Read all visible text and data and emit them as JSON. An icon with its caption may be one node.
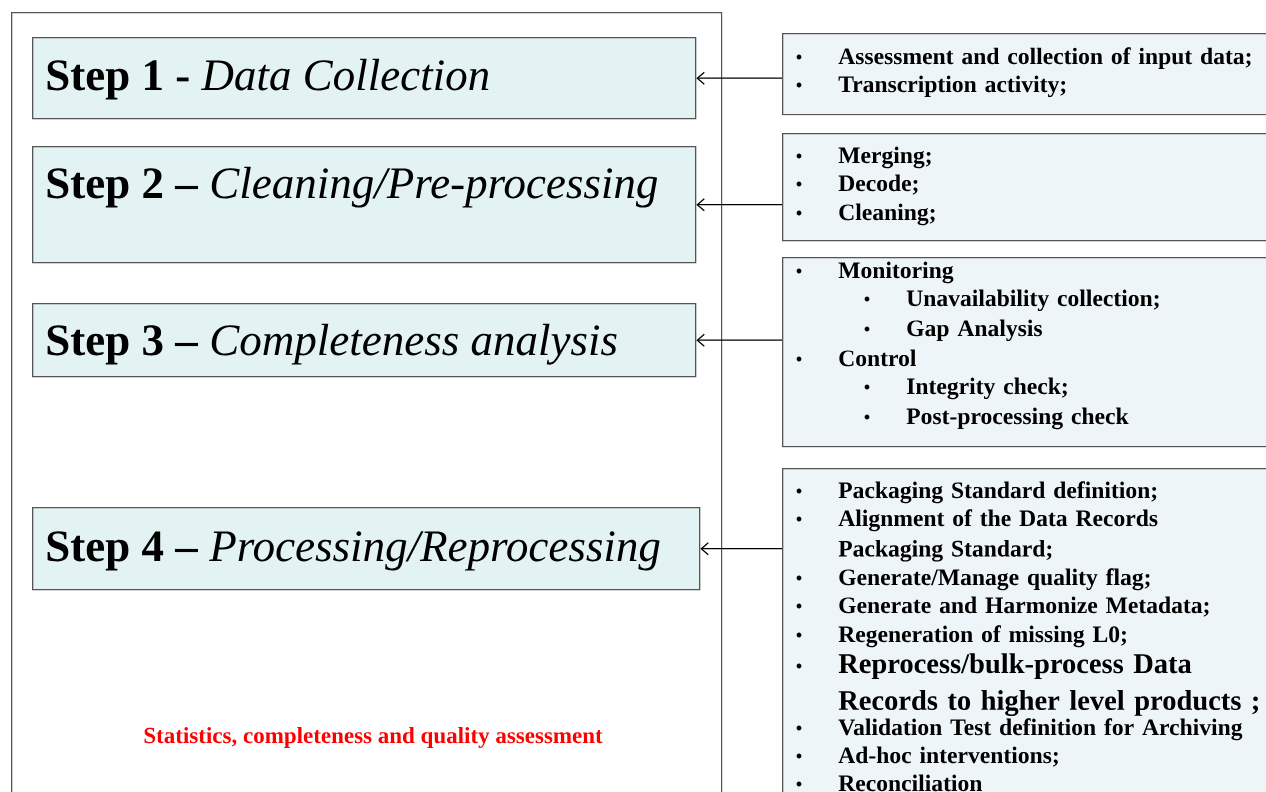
{
  "diagram": {
    "nodes": [
      {
        "text": [
          "Statistics, completeness and quality assessment"
        ]
      },
      {
        "text": [
          "**Step 1 -** *Data Collection*"
        ],
        "in": 0
      },
      {
        "text": [
          "**Step 2 –** *Cleaning/Pre-processing*"
        ],
        "in": 0
      },
      {
        "text": [
          "**Step 3 –** *Completeness analysis*"
        ],
        "in": 0
      },
      {
        "text": [
          "**Step 4 –** *Processing/Reprocessing*"
        ],
        "in": 0
      },
      {
        "text": [
          "Assessment and collection of input data;",
          "Transcription activity;"
        ]
      },
      {
        "text": [
          "Merging;",
          "Decode;",
          "Cleaning;"
        ]
      },
      {
        "text": [
          "Monitoring",
          "Unavailability collection;",
          "Gap Analysis",
          "Control",
          "Integrity check;",
          "Post-processing check"
        ]
      },
      {
        "text": [
          "Packaging Standard definition;",
          "Alignment of the Data Records Packaging Standard;",
          "Generate/Manage quality flag;",
          "Generate and Harmonize Metadata;",
          "Regeneration of missing L0;",
          "Reprocess/bulk-process Data Records to higher level products ;",
          "Validation Test definition for Archiving",
          "Ad-hoc interventions;",
          "Reconciliation"
        ]
      }
    ],
    "edges": [
      {
        "from": 5,
        "to": 1,
        "arrow": "to"
      },
      {
        "from": 6,
        "to": 2,
        "arrow": "to"
      },
      {
        "from": 7,
        "to": 3,
        "arrow": "to"
      },
      {
        "from": 8,
        "to": 4,
        "arrow": "to"
      }
    ]
  }
}
